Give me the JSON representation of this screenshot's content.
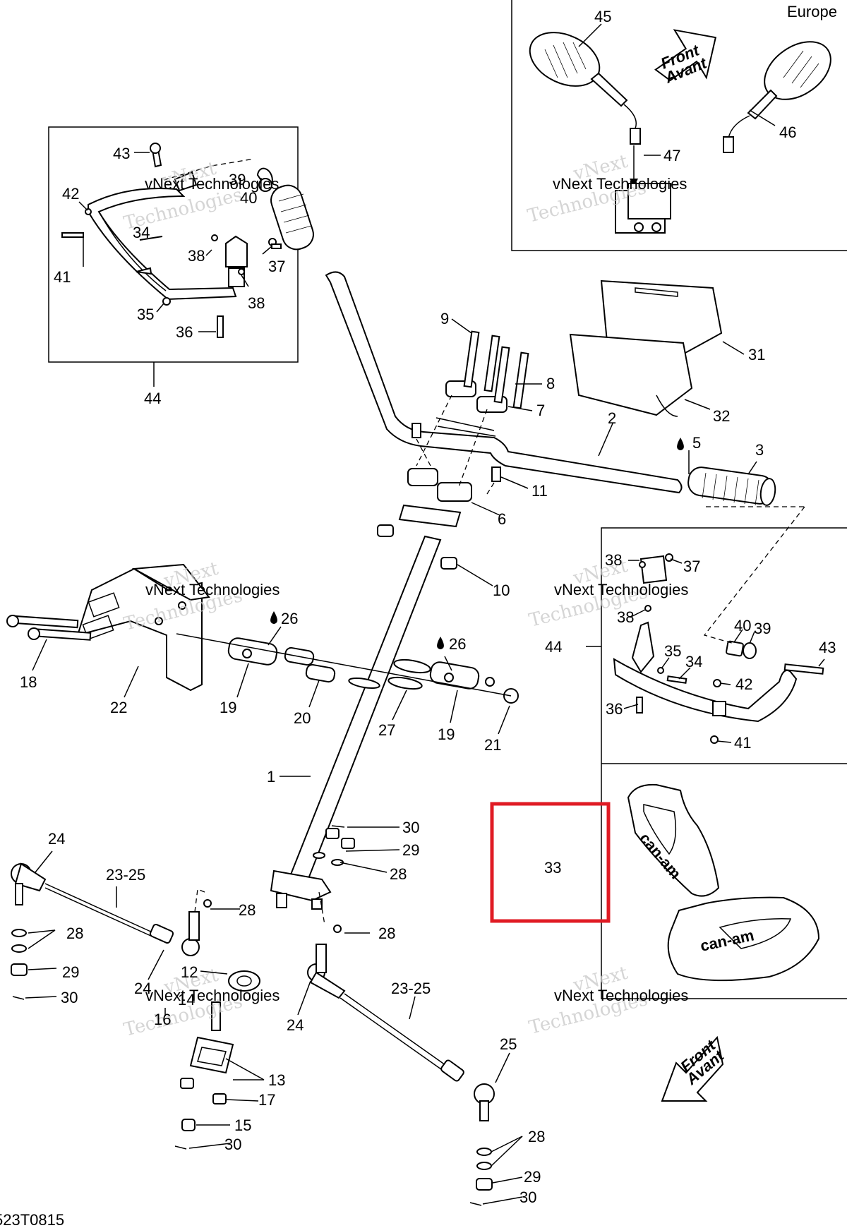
{
  "region_label": "Europe",
  "arrow_text": [
    "Front",
    "Avant"
  ],
  "drawing_code": "523T0815",
  "watermark": [
    "vNext",
    "Technologies",
    "vNext Technologies"
  ],
  "highlight_color": "#e01b24",
  "callouts": {
    "c45": "45",
    "c46": "46",
    "c47": "47",
    "c43a": "43",
    "c39a": "39",
    "c40a": "40",
    "c42a": "42",
    "c34a": "34",
    "c38a": "38",
    "c37a": "37",
    "c38b": "38",
    "c41a": "41",
    "c35a": "35",
    "c36a": "36",
    "c44a": "44",
    "c9": "9",
    "c8": "8",
    "c7": "7",
    "c31": "31",
    "c32": "32",
    "c2": "2",
    "c5": "5",
    "c3": "3",
    "c11": "11",
    "c6": "6",
    "c10": "10",
    "c38c": "38",
    "c37b": "37",
    "c38d": "38",
    "c40b": "40",
    "c39b": "39",
    "c44b": "44",
    "c35b": "35",
    "c34b": "34",
    "c43b": "43",
    "c42b": "42",
    "c36b": "36",
    "c41b": "41",
    "c26a": "26",
    "c26b": "26",
    "c18": "18",
    "c22": "22",
    "c19a": "19",
    "c20": "20",
    "c27": "27",
    "c19b": "19",
    "c21": "21",
    "c1": "1",
    "c30a": "30",
    "c29a": "29",
    "c28a": "28",
    "c33": "33",
    "c24a": "24",
    "c2325a": "23-25",
    "c28b": "28",
    "c28c": "28",
    "c28d": "28",
    "c29b": "29",
    "c30b": "30",
    "c24b": "24",
    "c12": "12",
    "c14": "14",
    "c16": "16",
    "c2325b": "23-25",
    "c24c": "24",
    "c25": "25",
    "c13": "13",
    "c17": "17",
    "c15": "15",
    "c30c": "30",
    "c28e": "28",
    "c29c": "29",
    "c30d": "30"
  }
}
